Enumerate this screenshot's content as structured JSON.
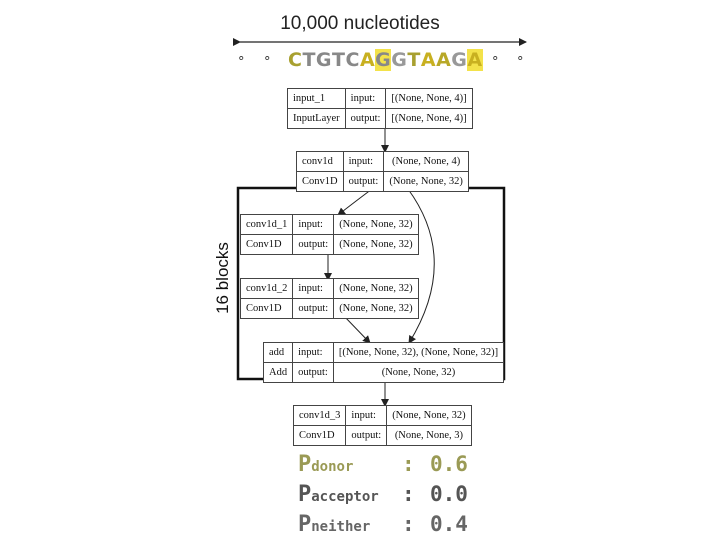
{
  "header": {
    "length_label": "10,000 nucleotides"
  },
  "sequence": {
    "dots_left": [
      "°",
      "°"
    ],
    "dots_right": [
      "°",
      "°"
    ],
    "letters": [
      {
        "ch": "C",
        "color": "#a8a030",
        "hl": false
      },
      {
        "ch": "T",
        "color": "#888888",
        "hl": false
      },
      {
        "ch": "G",
        "color": "#888888",
        "hl": false
      },
      {
        "ch": "T",
        "color": "#888888",
        "hl": false
      },
      {
        "ch": "C",
        "color": "#888888",
        "hl": false
      },
      {
        "ch": "A",
        "color": "#c8b020",
        "hl": false
      },
      {
        "ch": "G",
        "color": "#888888",
        "hl": true
      },
      {
        "ch": "G",
        "color": "#999999",
        "hl": false
      },
      {
        "ch": "T",
        "color": "#a8a030",
        "hl": false
      },
      {
        "ch": "A",
        "color": "#c8b020",
        "hl": false
      },
      {
        "ch": "A",
        "color": "#b8a828",
        "hl": false
      },
      {
        "ch": "G",
        "color": "#999999",
        "hl": false
      },
      {
        "ch": "A",
        "color": "#c8b020",
        "hl": true
      }
    ]
  },
  "block_label": "16 blocks",
  "nodes": {
    "input_1": {
      "name": "input_1",
      "type": "InputLayer",
      "in_label": "input:",
      "out_label": "output:",
      "in_shape": "[(None, None, 4)]",
      "out_shape": "[(None, None, 4)]"
    },
    "conv1d": {
      "name": "conv1d",
      "type": "Conv1D",
      "in_label": "input:",
      "out_label": "output:",
      "in_shape": "(None, None, 4)",
      "out_shape": "(None, None, 32)"
    },
    "conv1d_1": {
      "name": "conv1d_1",
      "type": "Conv1D",
      "in_label": "input:",
      "out_label": "output:",
      "in_shape": "(None, None, 32)",
      "out_shape": "(None, None, 32)"
    },
    "conv1d_2": {
      "name": "conv1d_2",
      "type": "Conv1D",
      "in_label": "input:",
      "out_label": "output:",
      "in_shape": "(None, None, 32)",
      "out_shape": "(None, None, 32)"
    },
    "add": {
      "name": "add",
      "type": "Add",
      "in_label": "input:",
      "out_label": "output:",
      "in_shape": "[(None, None, 32), (None, None, 32)]",
      "out_shape": "(None, None, 32)"
    },
    "conv1d_3": {
      "name": "conv1d_3",
      "type": "Conv1D",
      "in_label": "input:",
      "out_label": "output:",
      "in_shape": "(None, None, 32)",
      "out_shape": "(None, None, 3)"
    }
  },
  "probabilities": [
    {
      "p": "P",
      "sub": "donor",
      "colon": ":",
      "value": "0.6",
      "color": "#9a9a55"
    },
    {
      "p": "P",
      "sub": "acceptor",
      "colon": ":",
      "value": "0.0",
      "color": "#555555"
    },
    {
      "p": "P",
      "sub": "neither",
      "colon": ":",
      "value": "0.4",
      "color": "#666666"
    }
  ]
}
